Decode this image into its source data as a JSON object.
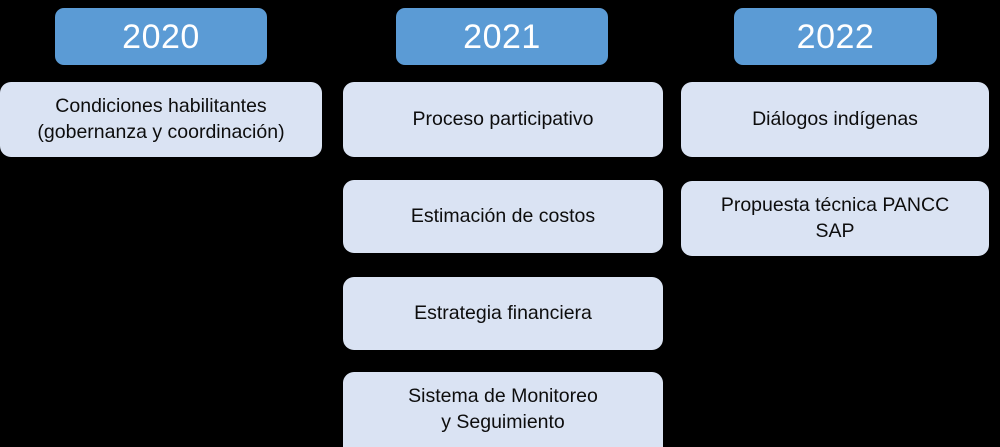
{
  "theme": {
    "background": "#000000",
    "header_fill": "#5B9BD5",
    "header_text": "#FFFFFF",
    "box_fill": "#DAE3F3",
    "box_text": "#0D0D0D"
  },
  "columns": [
    {
      "year": "2020",
      "items": [
        {
          "line1": "Condiciones habilitantes",
          "line2": "(gobernanza y coordinación)"
        }
      ]
    },
    {
      "year": "2021",
      "items": [
        {
          "line1": "Proceso participativo",
          "line2": ""
        },
        {
          "line1": "Estimación de costos",
          "line2": ""
        },
        {
          "line1": "Estrategia financiera",
          "line2": ""
        },
        {
          "line1": "Sistema de Monitoreo",
          "line2": "y Seguimiento"
        }
      ]
    },
    {
      "year": "2022",
      "items": [
        {
          "line1": "Diálogos indígenas",
          "line2": ""
        },
        {
          "line1": "Propuesta técnica PANCC",
          "line2": "SAP"
        }
      ]
    }
  ]
}
